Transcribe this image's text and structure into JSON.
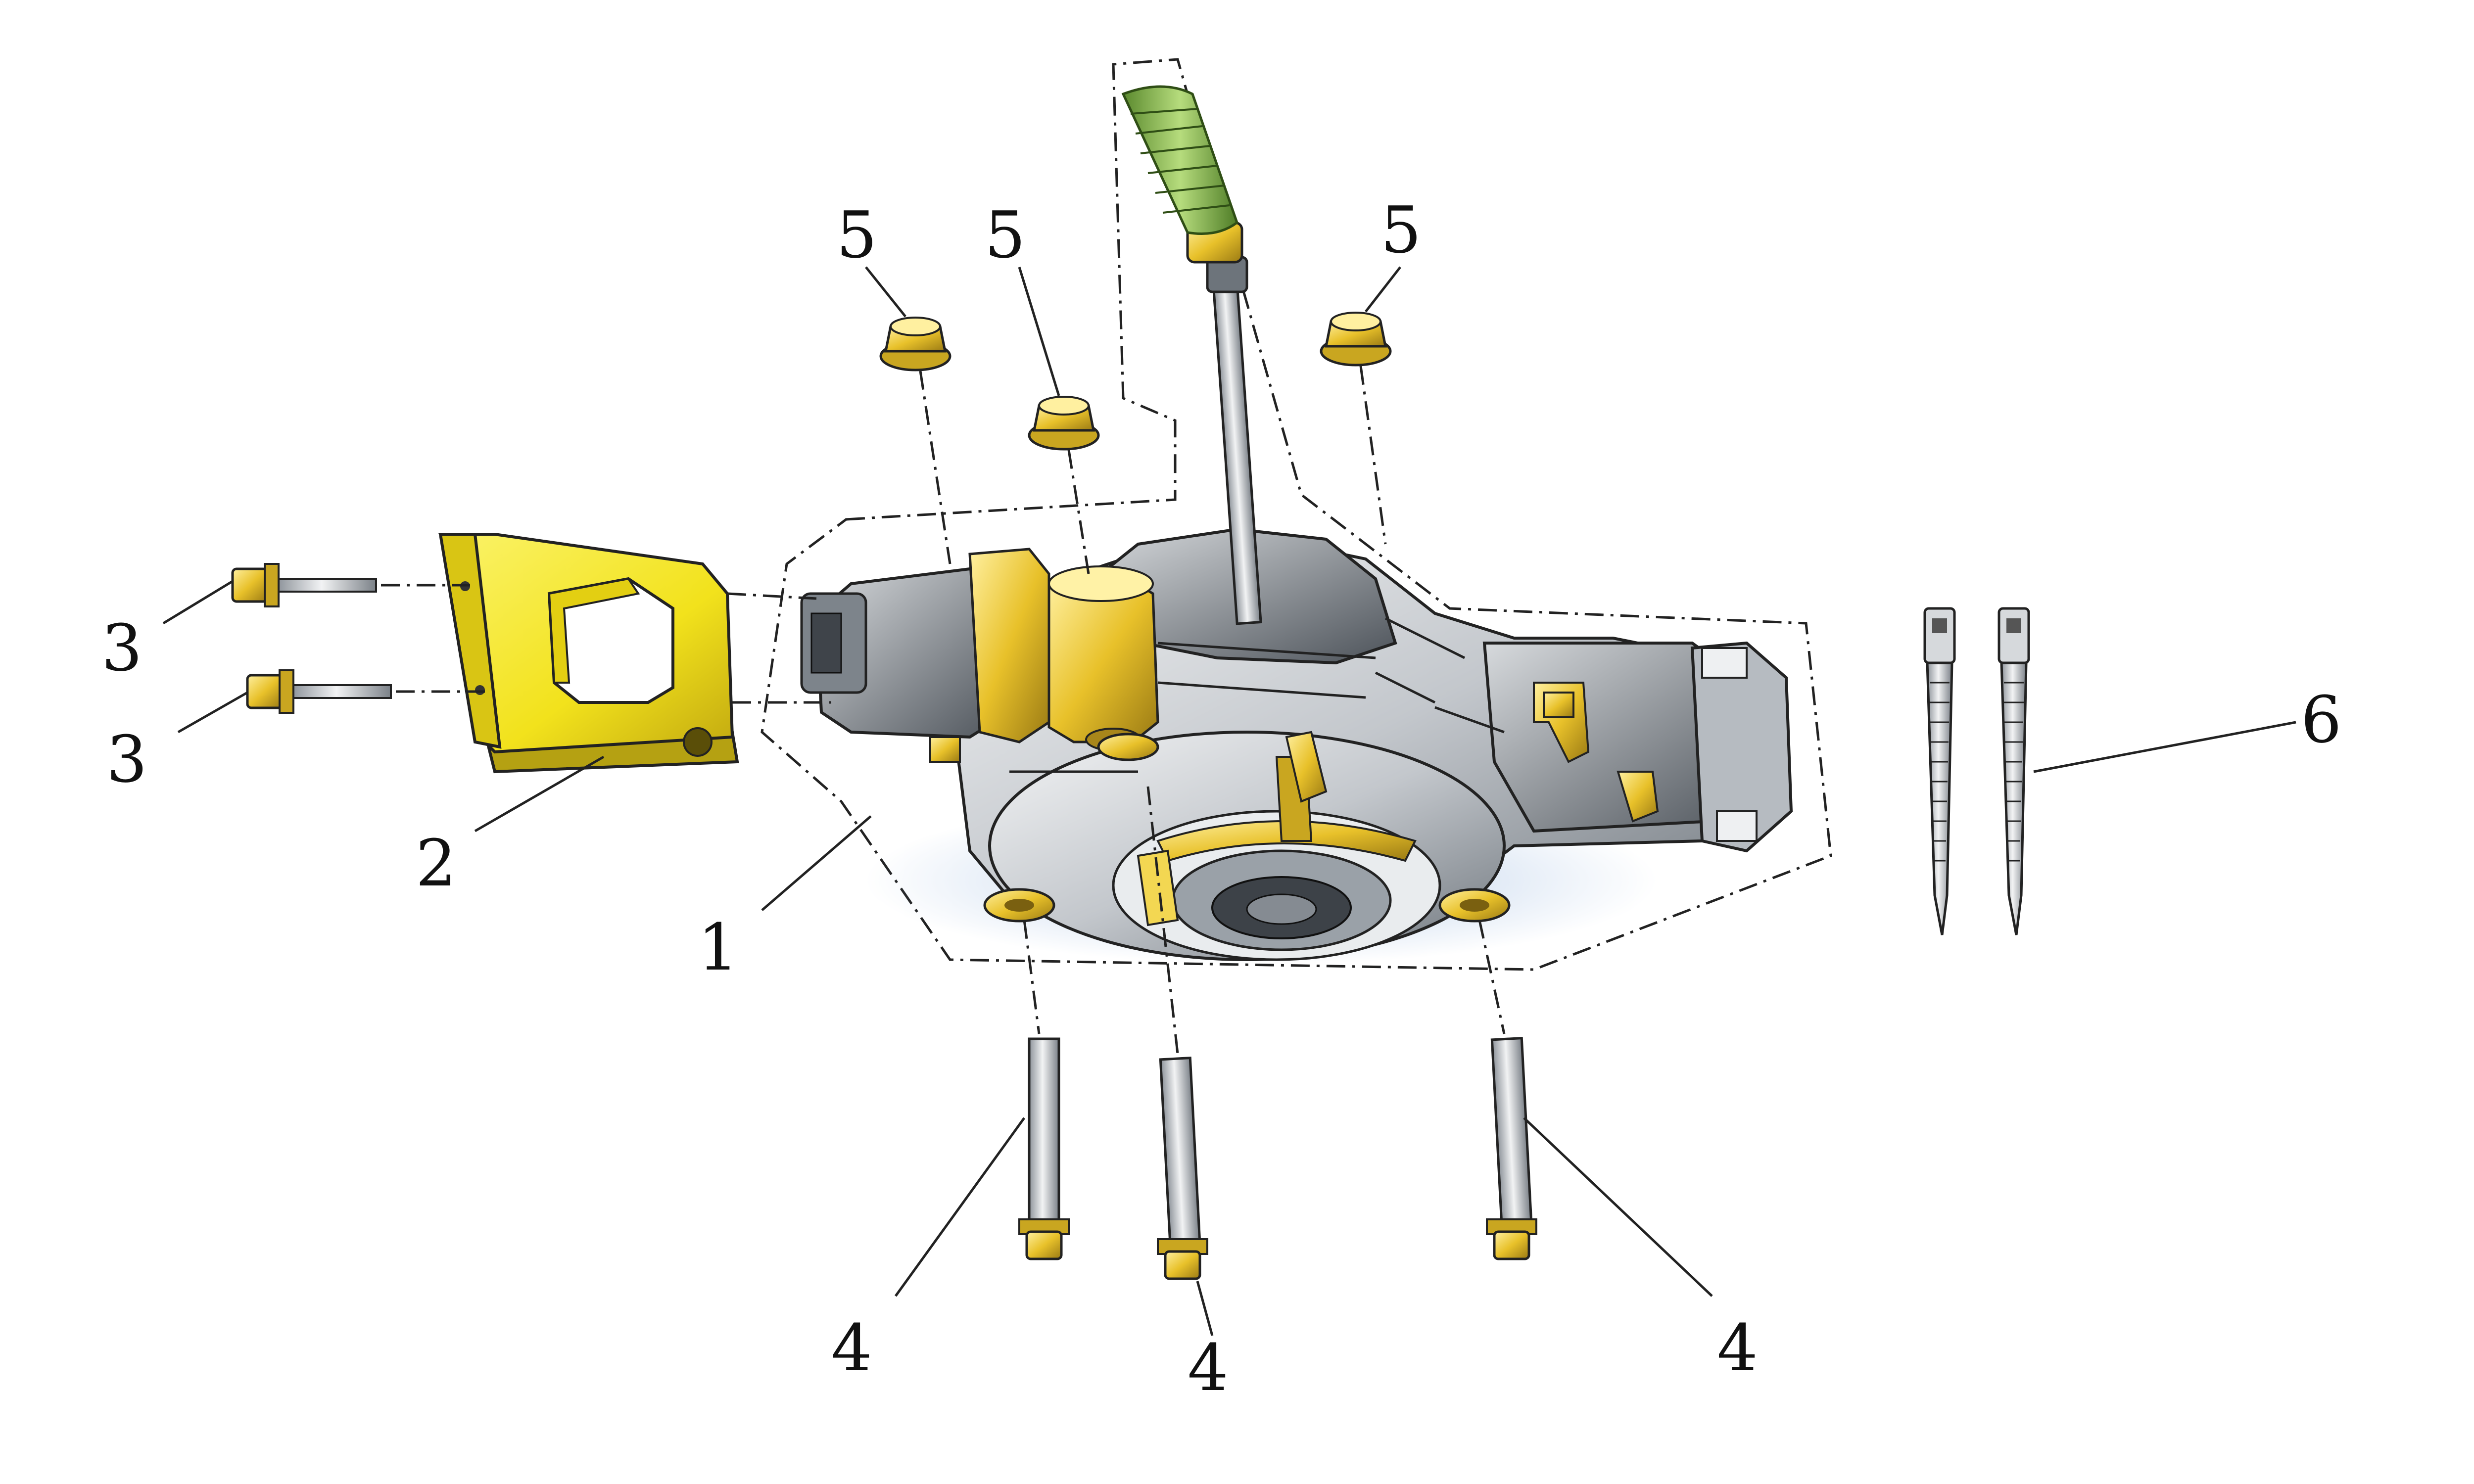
{
  "callouts": {
    "c1": "1",
    "c2": "2",
    "c3a": "3",
    "c3b": "3",
    "c4a": "4",
    "c4b": "4",
    "c4c": "4",
    "c5a": "5",
    "c5b": "5",
    "c5c": "5",
    "c6": "6"
  },
  "parts": {
    "p1": "gearbox-assembly",
    "p2": "mounting-bracket",
    "p3": "flange-bolt-short",
    "p4": "flange-bolt-long",
    "p5": "flange-nut",
    "p6": "cable-tie"
  },
  "colors": {
    "gold": "#e8c12a",
    "gold_dark": "#a8861a",
    "bracket_yellow": "#f2e21c",
    "metal_light": "#e6e8ea",
    "metal_mid": "#b7bcc2",
    "metal_dark": "#5e646b",
    "boot_green": "#8fbf58",
    "outline": "#222222"
  }
}
